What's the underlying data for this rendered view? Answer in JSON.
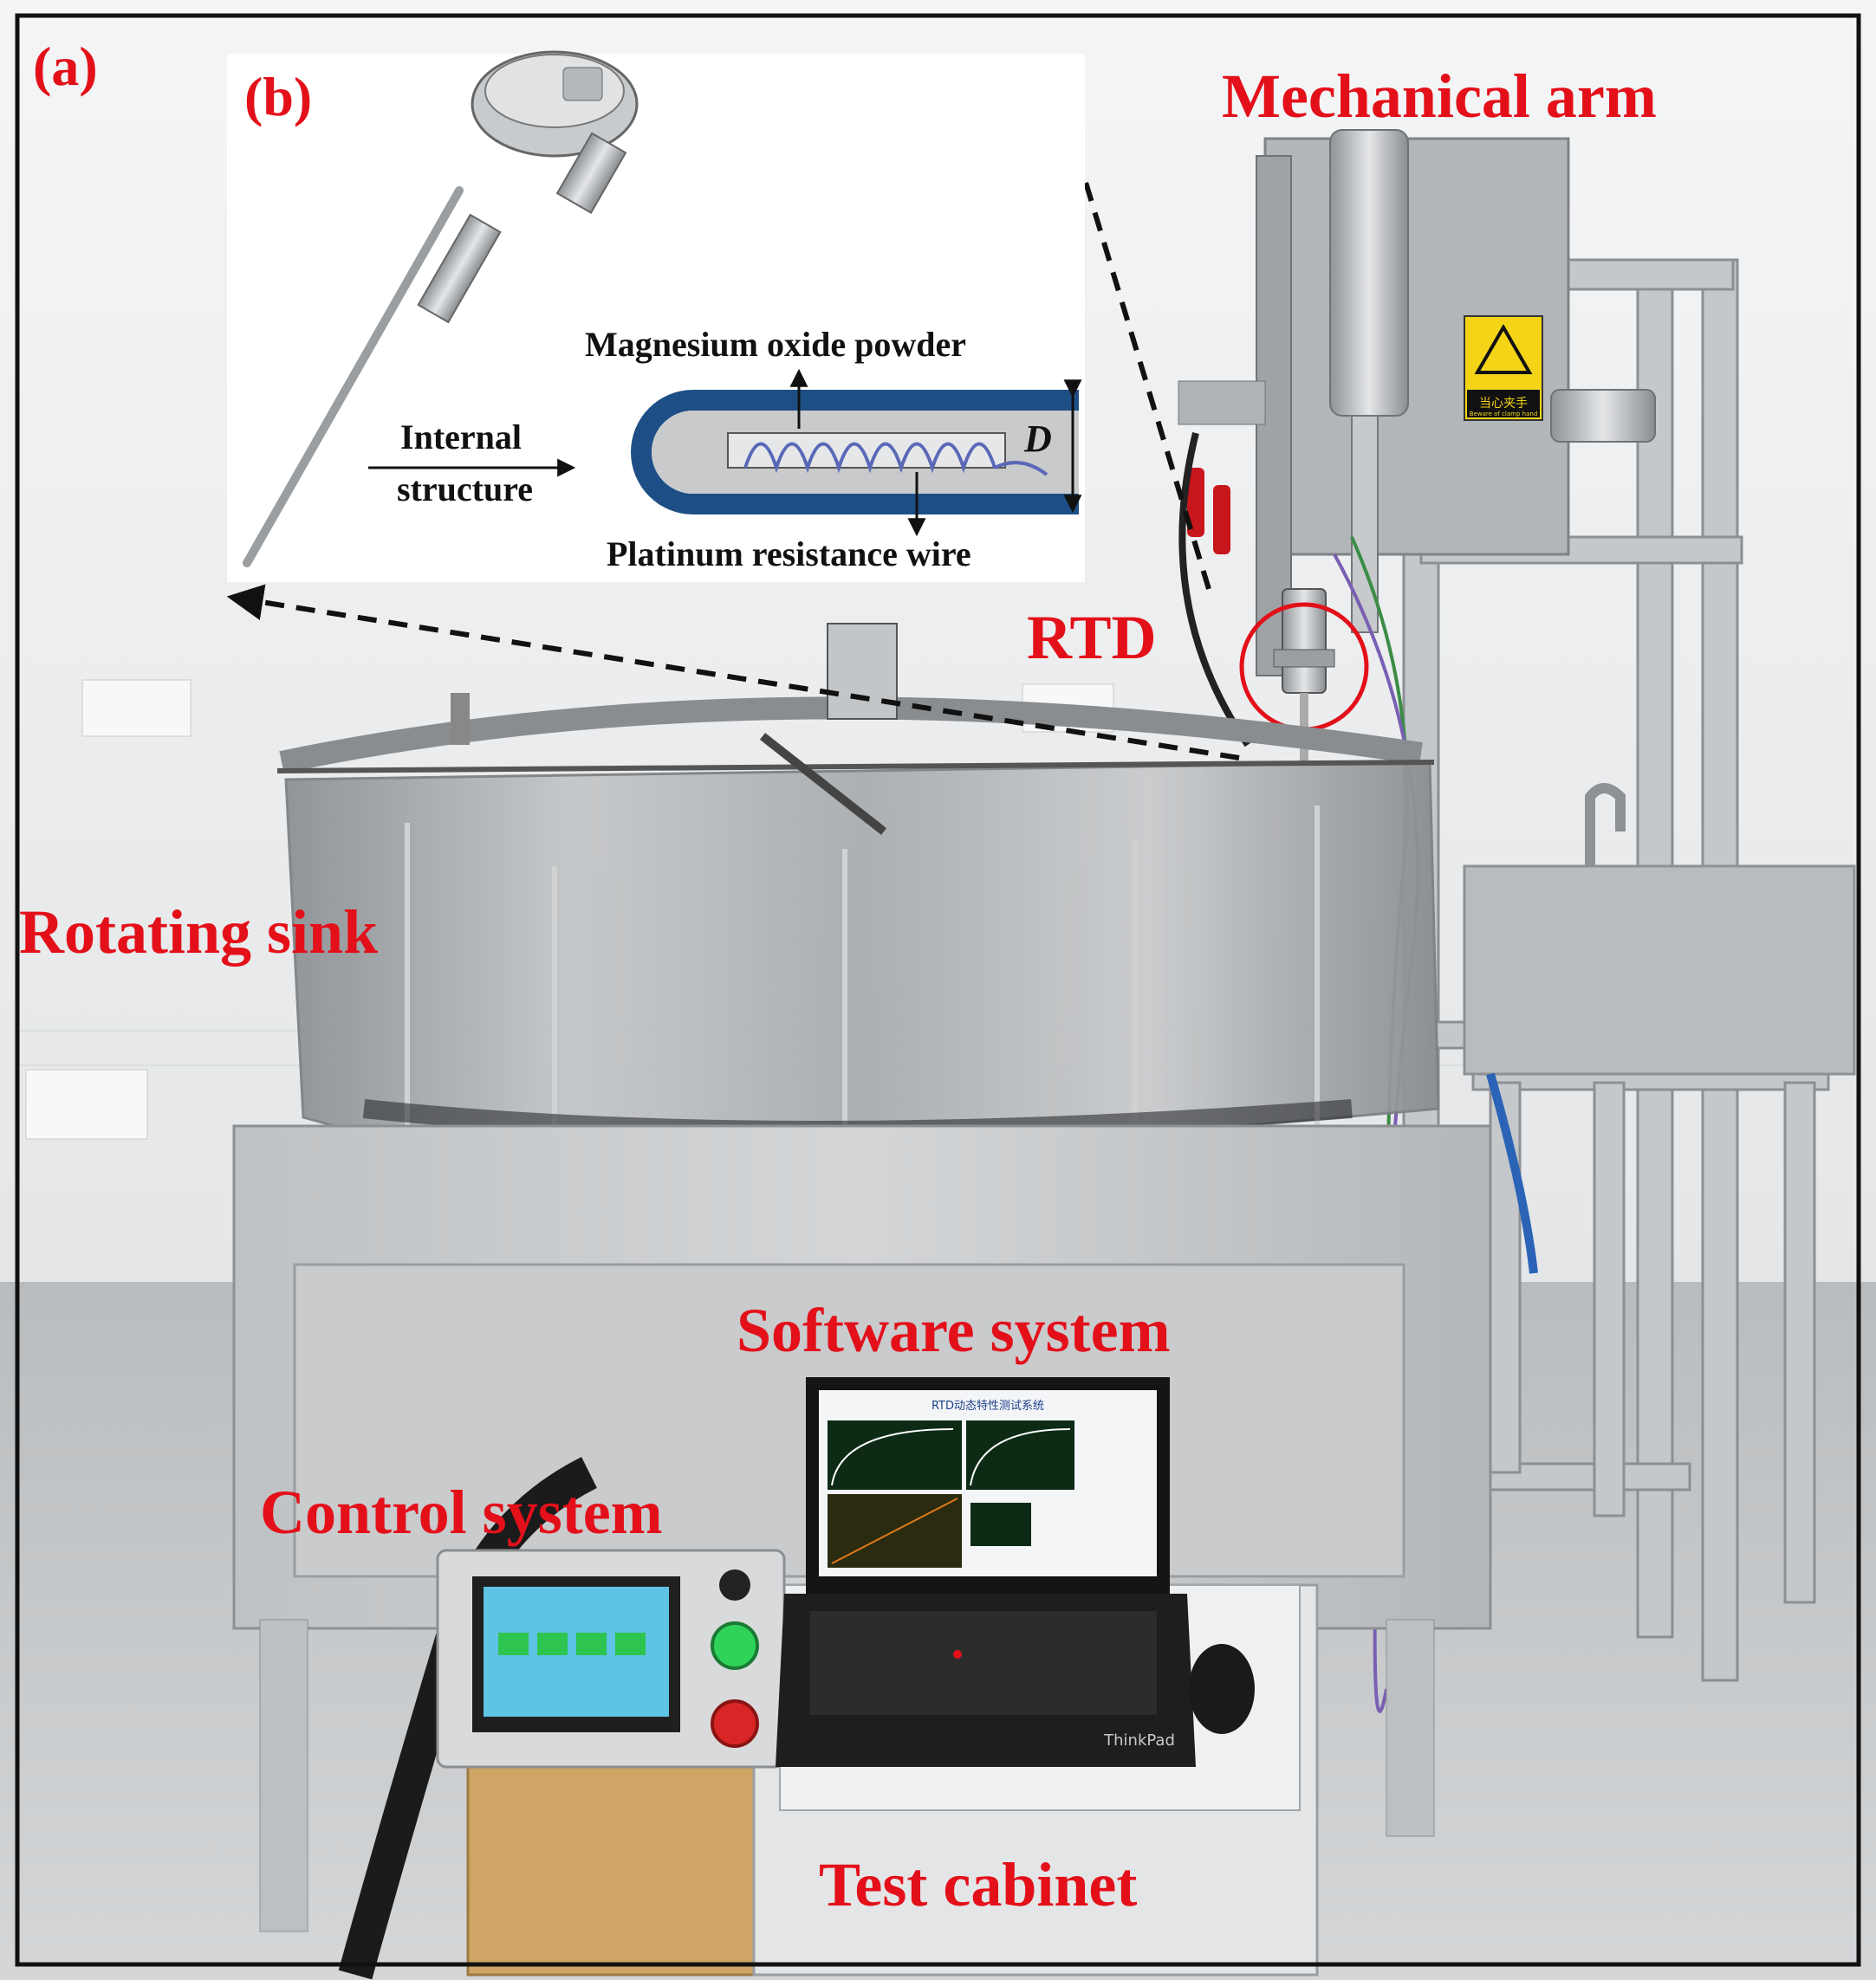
{
  "panel_labels": {
    "a": "(a)",
    "b": "(b)"
  },
  "labels": {
    "mechanical_arm": "Mechanical arm",
    "rtd": "RTD",
    "rotating_sink": "Rotating sink",
    "software_system": "Software system",
    "control_system": "Control system",
    "test_cabinet": "Test cabinet"
  },
  "inset": {
    "magnesium_oxide": "Magnesium oxide powder",
    "internal": "Internal",
    "structure": "structure",
    "platinum_wire": "Platinum resistance wire",
    "diameter": "D"
  },
  "photo_text": {
    "warning_sign": "当心夹手",
    "warning_sub": "Beware of clamp hand",
    "screen_title": "RTD动态特性测试系统",
    "laptop_brand": "ThinkPad"
  },
  "colors": {
    "label_red": "#e3101a",
    "sheath_blue": "#1d4f86",
    "wall": "#eef0f1",
    "floor": "#c9cccd",
    "metal": "#b5b8ba"
  },
  "icons": [
    "arrow-icon",
    "warning-icon",
    "power-button-icon"
  ]
}
